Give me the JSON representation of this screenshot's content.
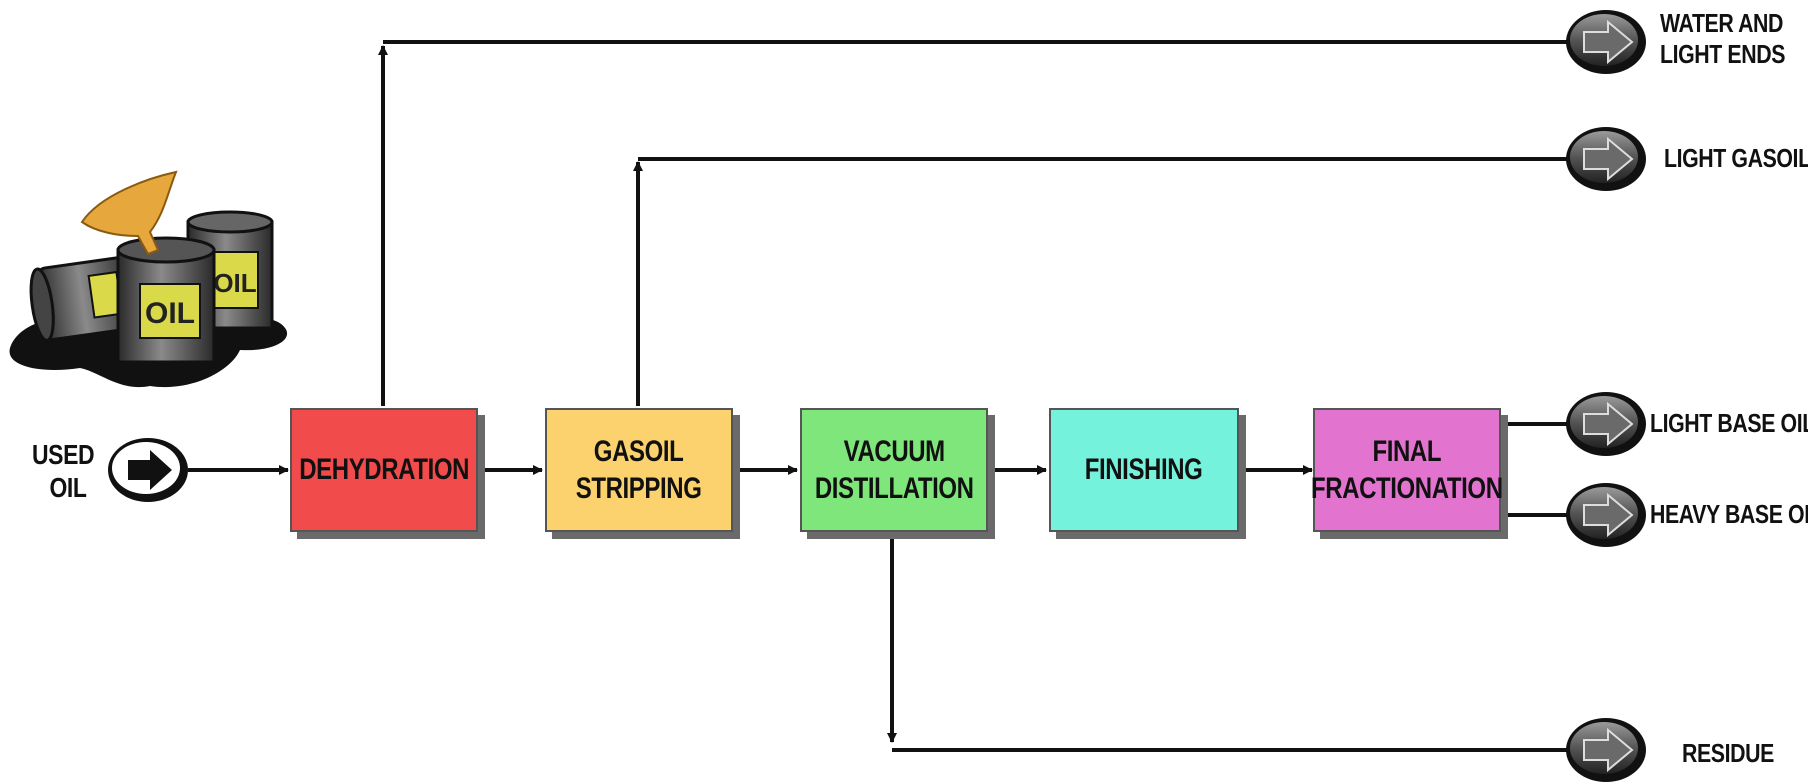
{
  "diagram": {
    "input": {
      "label_line1": "USED",
      "label_line2": "OIL"
    },
    "steps": [
      {
        "label_line1": "",
        "label_line2": "DEHYDRATION",
        "color": "#f24b4b"
      },
      {
        "label_line1": "GASOIL",
        "label_line2": "STRIPPING",
        "color": "#fbd26e"
      },
      {
        "label_line1": "VACUUM",
        "label_line2": "DISTILLATION",
        "color": "#7ee67a"
      },
      {
        "label_line1": "",
        "label_line2": "FINISHING",
        "color": "#74f2dc"
      },
      {
        "label_line1": "FINAL",
        "label_line2": "FRACTIONATION",
        "color": "#e274d0"
      }
    ],
    "outputs": [
      {
        "label_line1": "WATER AND",
        "label_line2": "LIGHT ENDS"
      },
      {
        "label_line1": "LIGHT GASOIL",
        "label_line2": ""
      },
      {
        "label_line1": "LIGHT BASE OIL",
        "label_line2": ""
      },
      {
        "label_line1": "HEAVY BASE OIL",
        "label_line2": ""
      },
      {
        "label_line1": "RESIDUE",
        "label_line2": ""
      }
    ],
    "illustration": {
      "barrel_text": "OIL"
    }
  }
}
